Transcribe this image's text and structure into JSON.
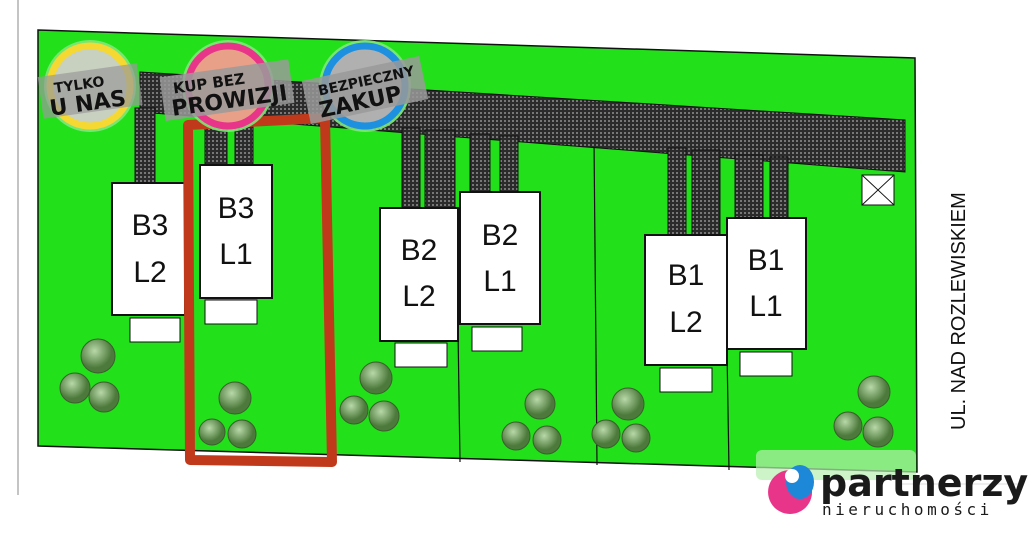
{
  "badges": [
    {
      "line1": "TYLKO",
      "line2": "U NAS",
      "ring_color": "#f5d832"
    },
    {
      "line1": "KUP BEZ",
      "line2": "PROWIZJI",
      "ring_color": "#e8358a"
    },
    {
      "line1": "BEZPIECZNY",
      "line2": "ZAKUP",
      "ring_color": "#1e90e0"
    }
  ],
  "houses": [
    {
      "line1": "B3",
      "line2": "L2"
    },
    {
      "line1": "B3",
      "line2": "L1"
    },
    {
      "line1": "B2",
      "line2": "L2"
    },
    {
      "line1": "B2",
      "line2": "L1"
    },
    {
      "line1": "B1",
      "line2": "L2"
    },
    {
      "line1": "B1",
      "line2": "L1"
    }
  ],
  "street_label": "UL. NAD ROZLEWISKIEM",
  "highlighted_plot": "B3 L1",
  "logo": {
    "name": "partnerzy",
    "tagline": "nieruchomości"
  },
  "colors": {
    "lawn": "#22e01a",
    "highlight": "#c0391b",
    "road": "#333333"
  }
}
